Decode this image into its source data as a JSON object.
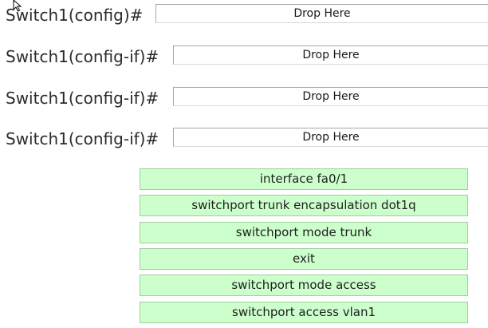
{
  "prompts": [
    {
      "label": "Switch1(config)#",
      "drop_text": "Drop Here"
    },
    {
      "label": "Switch1(config-if)#",
      "drop_text": "Drop Here"
    },
    {
      "label": "Switch1(config-if)#",
      "drop_text": "Drop Here"
    },
    {
      "label": "Switch1(config-if)#",
      "drop_text": "Drop Here"
    }
  ],
  "choices": [
    "interface fa0/1",
    "switchport trunk encapsulation dot1q",
    "switchport mode trunk",
    "exit",
    "switchport mode access",
    "switchport access vlan1"
  ],
  "colors": {
    "choice_background": "#ccffcc",
    "choice_border": "#9ccf9c"
  },
  "icons": {
    "cursor": "mouse-pointer-icon"
  }
}
